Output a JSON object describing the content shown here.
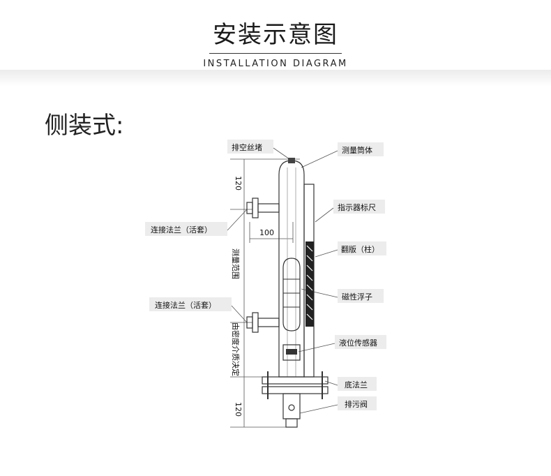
{
  "header": {
    "title_cn": "安装示意图",
    "title_en": "INSTALLATION DIAGRAM"
  },
  "section": {
    "label": "侧装式:"
  },
  "diagram": {
    "labels": {
      "vent_plug": "排空丝堵",
      "tube": "测量筒体",
      "scale": "指示器标尺",
      "flap": "翻版（柱）",
      "float": "磁性浮子",
      "sensor": "液位传感器",
      "bottom_flange": "底法兰",
      "drain_valve": "排污阀",
      "flange_top": "连接法兰（活套）",
      "flange_bottom": "连接法兰（活套）"
    },
    "dims": {
      "top": "120",
      "offset": "100",
      "range": "测量范围",
      "density": "由密度介质决定",
      "bottom": "120"
    }
  }
}
